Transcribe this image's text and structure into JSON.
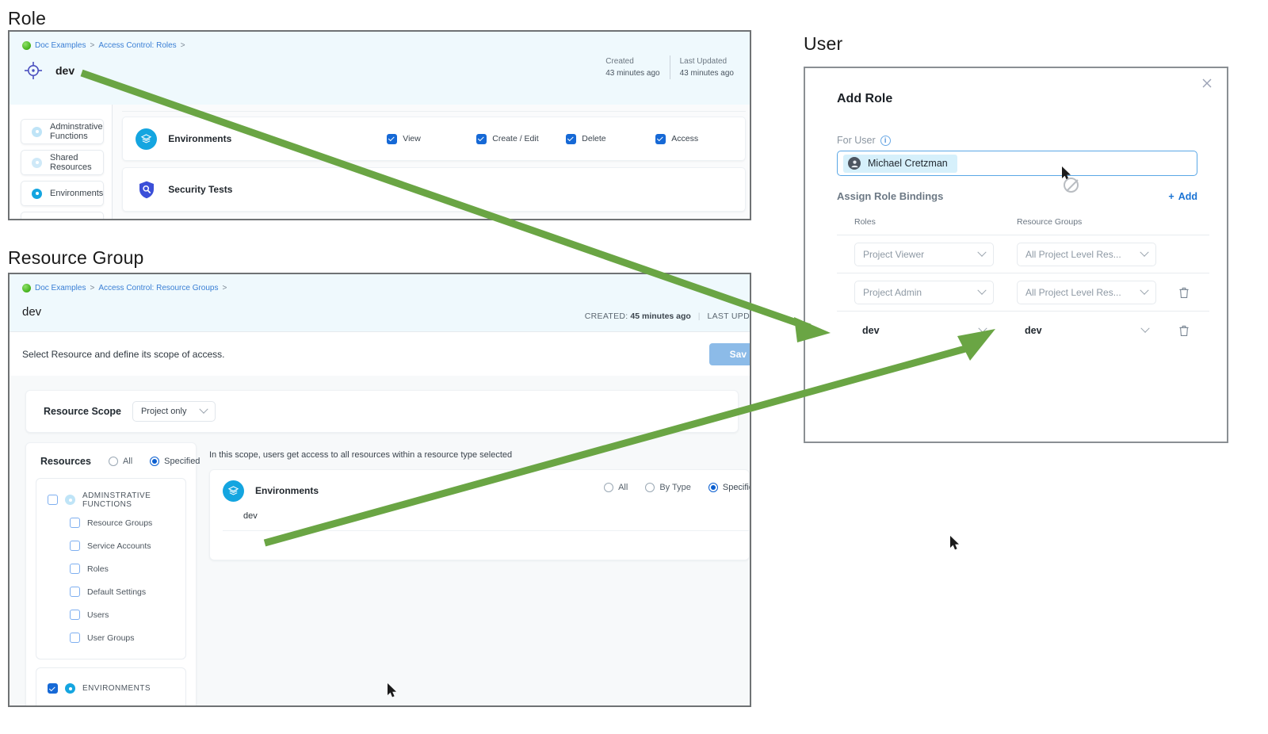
{
  "sections": {
    "role_caption": "Role",
    "resource_group_caption": "Resource Group",
    "user_caption": "User"
  },
  "role_panel": {
    "breadcrumb": {
      "root": "Doc Examples",
      "sep1": ">",
      "level2": "Access Control: Roles",
      "sep2": ">"
    },
    "title": "dev",
    "meta": [
      {
        "label": "Created",
        "value": "43 minutes ago"
      },
      {
        "label": "Last Updated",
        "value": "43 minutes ago"
      }
    ],
    "categories": [
      {
        "label": "Adminstrative Functions",
        "dot": "pale"
      },
      {
        "label": "Shared Resources",
        "dot": "pale2"
      },
      {
        "label": "Environments",
        "dot": "bright"
      }
    ],
    "permissions": [
      {
        "name": "Environments",
        "checks": [
          {
            "label": "View",
            "checked": true
          },
          {
            "label": "Create / Edit",
            "checked": true
          },
          {
            "label": "Delete",
            "checked": true
          },
          {
            "label": "Access",
            "checked": true
          }
        ]
      },
      {
        "name": "Security Tests",
        "checks": []
      }
    ]
  },
  "resource_group_panel": {
    "breadcrumb": {
      "root": "Doc Examples",
      "sep1": ">",
      "level2": "Access Control: Resource Groups",
      "sep2": ">"
    },
    "title": "dev",
    "created_label": "CREATED:",
    "created_value": "45 minutes ago",
    "last_updated_label": "LAST UPD",
    "subtitle": "Select Resource and define its scope of access.",
    "save_label": "Sav",
    "scope_label": "Resource Scope",
    "scope_value": "Project only",
    "resources_label": "Resources",
    "resources_options": [
      {
        "label": "All",
        "selected": false
      },
      {
        "label": "Specified",
        "selected": true
      }
    ],
    "admin_group": {
      "label": "ADMINSTRATIVE FUNCTIONS",
      "checked": false,
      "children": [
        {
          "label": "Resource Groups",
          "checked": false
        },
        {
          "label": "Service Accounts",
          "checked": false
        },
        {
          "label": "Roles",
          "checked": false
        },
        {
          "label": "Default Settings",
          "checked": false
        },
        {
          "label": "Users",
          "checked": false
        },
        {
          "label": "User Groups",
          "checked": false
        }
      ]
    },
    "env_group": {
      "label": "ENVIRONMENTS",
      "checked": true
    },
    "detail_hint": "In this scope, users get access to all resources within a resource type selected",
    "env_card": {
      "name": "Environments",
      "options": [
        {
          "label": "All",
          "selected": false
        },
        {
          "label": "By Type",
          "selected": false
        },
        {
          "label": "Specifie",
          "selected": true
        }
      ],
      "item": "dev"
    }
  },
  "user_dialog": {
    "title": "Add Role",
    "for_user_label": "For User",
    "user_name": "Michael Cretzman",
    "bindings_label": "Assign Role Bindings",
    "add_label": "Add",
    "columns": {
      "roles": "Roles",
      "resource_groups": "Resource Groups"
    },
    "rows": [
      {
        "role": "Project Viewer",
        "resource_group": "All Project Level Res...",
        "style": "placeholder",
        "deletable": false
      },
      {
        "role": "Project Admin",
        "resource_group": "All Project Level Res...",
        "style": "placeholder",
        "deletable": true
      },
      {
        "role": "dev",
        "resource_group": "dev",
        "style": "value",
        "deletable": true
      }
    ]
  },
  "colors": {
    "accent_blue": "#1669d6",
    "link_blue": "#3a7fd5",
    "arrow_green": "#6aa544",
    "header_blue_bg": "#eff9fd",
    "env_icon": "#14a5e0"
  }
}
